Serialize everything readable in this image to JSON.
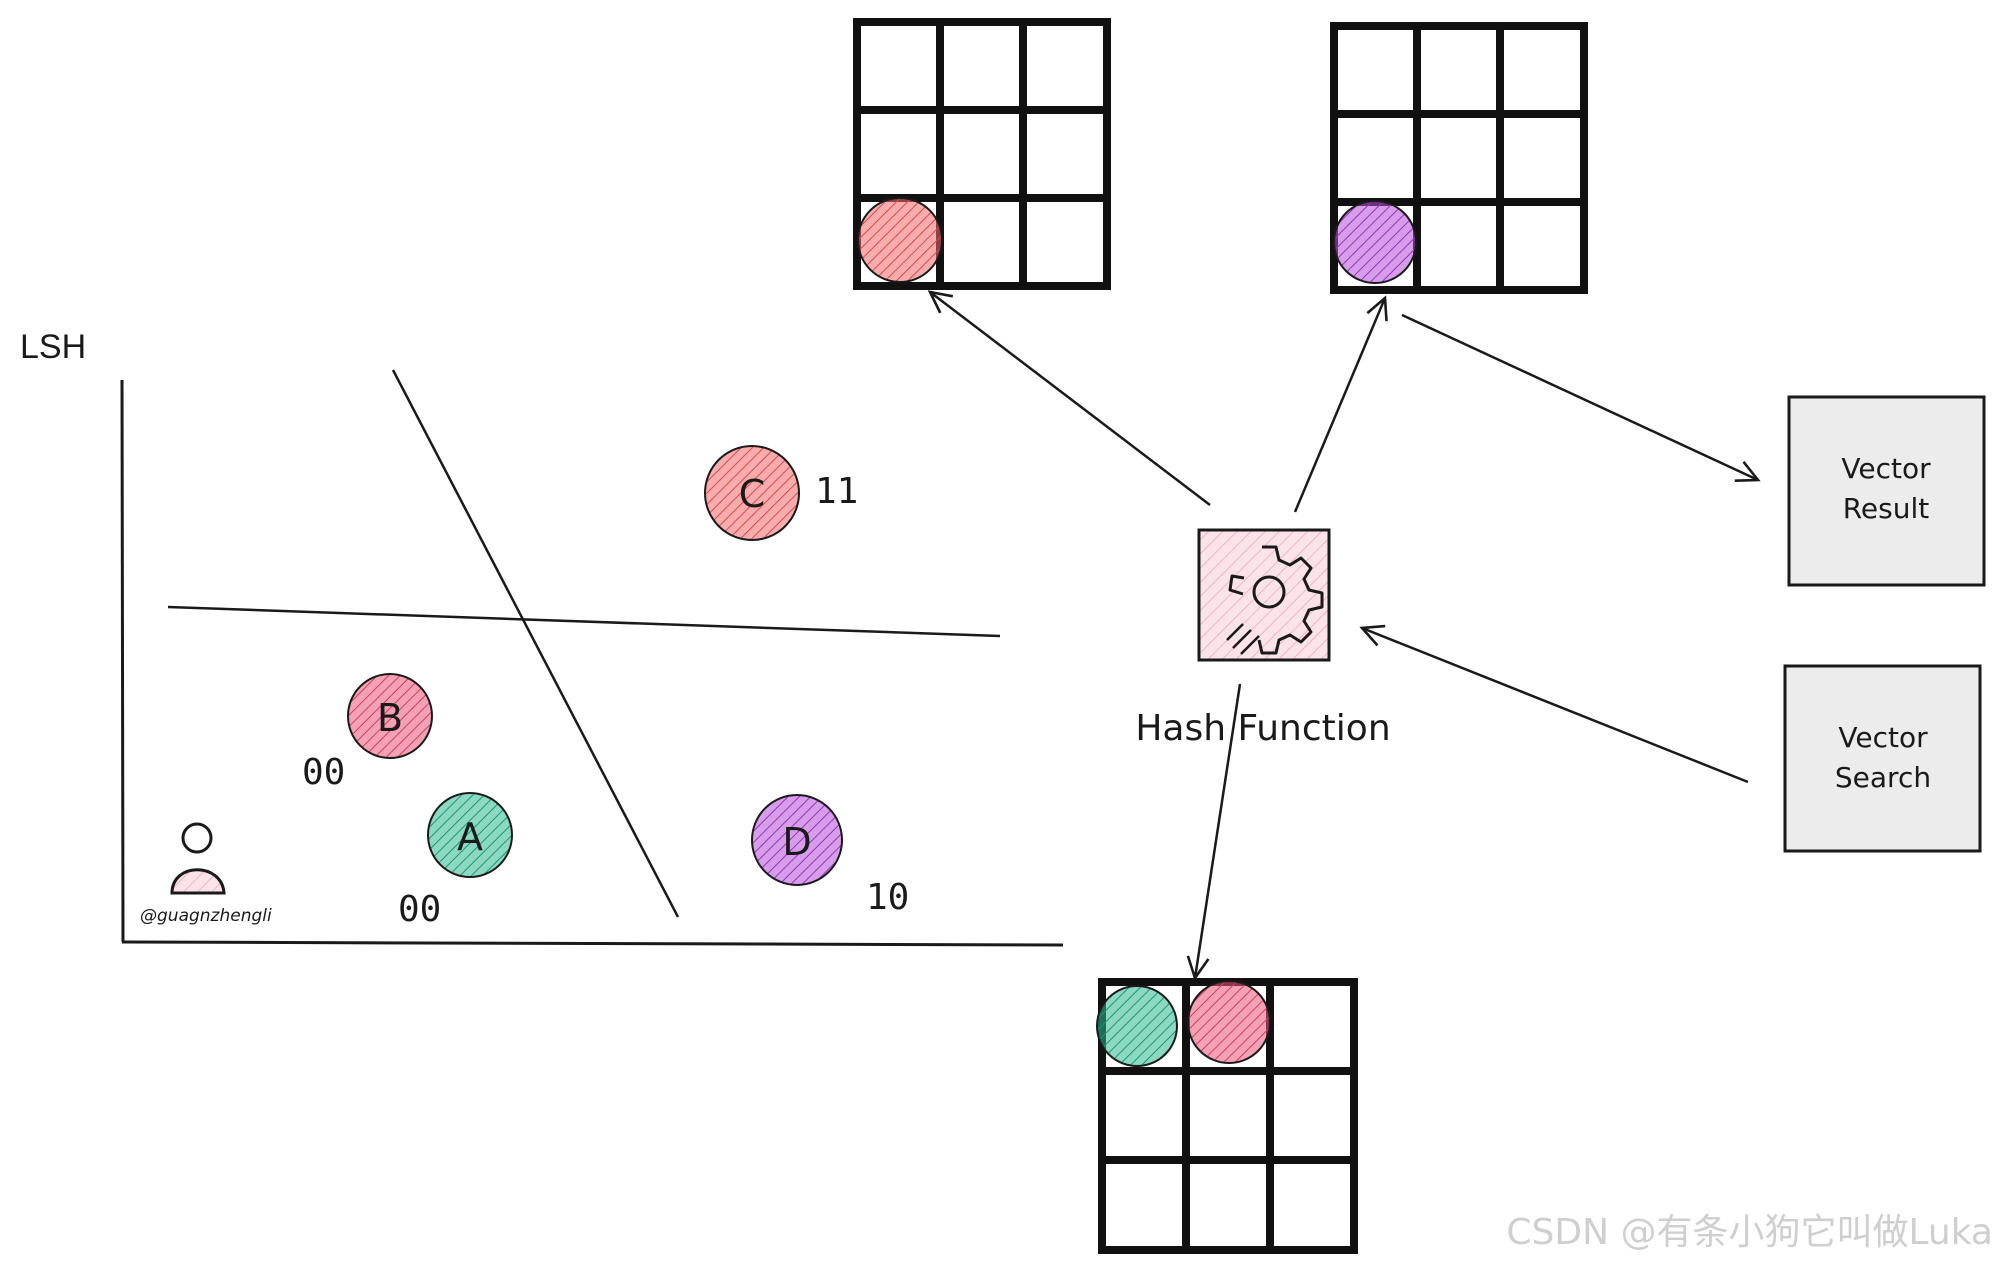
{
  "title": "LSH",
  "author_credit": "@guagnzhengli",
  "hash_function": {
    "label": "Hash Function",
    "icon": "gear-icon"
  },
  "boxes": {
    "result": {
      "line1": "Vector",
      "line2": "Result"
    },
    "search": {
      "line1": "Vector",
      "line2": "Search"
    }
  },
  "points": [
    {
      "id": "C",
      "letter": "C",
      "code": "11",
      "color": "#f06a6a"
    },
    {
      "id": "B",
      "letter": "B",
      "code": "00",
      "color": "#e8567a"
    },
    {
      "id": "A",
      "letter": "A",
      "code": "00",
      "color": "#2fb88f"
    },
    {
      "id": "D",
      "letter": "D",
      "code": "10",
      "color": "#b44fd6"
    }
  ],
  "buckets": [
    {
      "id": "top-left",
      "balls": [
        {
          "row": 2,
          "col": 0,
          "color": "#f06a6a"
        }
      ]
    },
    {
      "id": "top-right",
      "balls": [
        {
          "row": 2,
          "col": 0,
          "color": "#b44fd6"
        }
      ]
    },
    {
      "id": "bottom",
      "balls": [
        {
          "row": 0,
          "col": 0,
          "color": "#2fb88f"
        },
        {
          "row": 0,
          "col": 1,
          "color": "#e8567a"
        }
      ]
    }
  ],
  "watermark": "CSDN @有条小狗它叫做Luka"
}
